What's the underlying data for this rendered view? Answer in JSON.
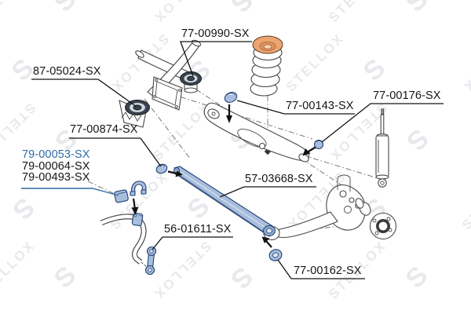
{
  "brand": "STELLOX",
  "colors": {
    "accent-blue": "#2e6ba8",
    "part-fill-blue": "#a9bedd",
    "part-stroke-blue": "#1f3f73",
    "bushing-dark": "#39424e",
    "seat-orange": "#eda46f",
    "watermark-gray": "#dfe2e6"
  },
  "labels": {
    "l990": "77-00990-SX",
    "l87": "87-05024-SX",
    "l143": "77-00143-SX",
    "l176": "77-00176-SX",
    "l874": "77-00874-SX",
    "l79a": "79-00053-SX",
    "l79b": "79-00064-SX",
    "l79c": "79-00493-SX",
    "l57": "57-03668-SX",
    "l56": "56-01611-SX",
    "l162": "77-00162-SX"
  }
}
